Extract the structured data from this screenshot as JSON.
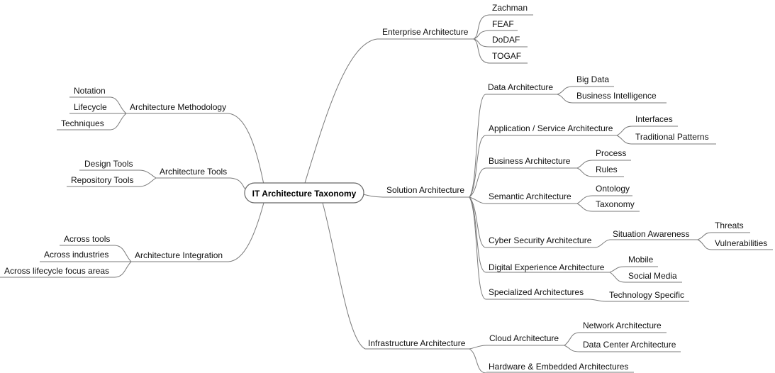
{
  "root": "IT Architecture Taxonomy",
  "branches": {
    "enterprise": {
      "label": "Enterprise Architecture",
      "children": [
        "Zachman",
        "FEAF",
        "DoDAF",
        "TOGAF"
      ]
    },
    "methodology": {
      "label": "Architecture Methodology",
      "children": [
        "Notation",
        "Lifecycle",
        "Techniques"
      ]
    },
    "tools": {
      "label": "Architecture Tools",
      "children": [
        "Design Tools",
        "Repository Tools"
      ]
    },
    "integration": {
      "label": "Architecture Integration",
      "children": [
        "Across tools",
        "Across industries",
        "Across lifecycle focus areas"
      ]
    },
    "solution": {
      "label": "Solution Architecture",
      "data": {
        "label": "Data Architecture",
        "children": [
          "Big Data",
          "Business Intelligence"
        ]
      },
      "application": {
        "label": "Application / Service Architecture",
        "children": [
          "Interfaces",
          "Traditional Patterns"
        ]
      },
      "business": {
        "label": "Business Architecture",
        "children": [
          "Process",
          "Rules"
        ]
      },
      "semantic": {
        "label": "Semantic Architecture",
        "children": [
          "Ontology",
          "Taxonomy"
        ]
      },
      "cyber": {
        "label": "Cyber Security Architecture",
        "situation": {
          "label": "Situation Awareness",
          "children": [
            "Threats",
            "Vulnerabilities"
          ]
        }
      },
      "digital": {
        "label": "Digital Experience Architecture",
        "children": [
          "Mobile",
          "Social Media"
        ]
      },
      "specialized": {
        "label": "Specialized Architectures",
        "children": [
          "Technology Specific"
        ]
      }
    },
    "infrastructure": {
      "label": "Infrastructure Architecture",
      "cloud": {
        "label": "Cloud Architecture",
        "children": [
          "Network Architecture",
          "Data Center Architecture"
        ]
      },
      "hardware": {
        "label": "Hardware & Embedded Architectures"
      }
    }
  }
}
